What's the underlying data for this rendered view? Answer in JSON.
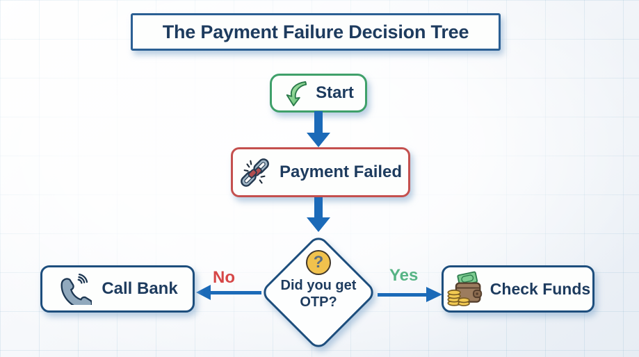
{
  "title": "The Payment Failure Decision Tree",
  "flow": {
    "start": {
      "label": "Start",
      "icon": "curved-down-arrow"
    },
    "failure": {
      "label": "Payment Failed",
      "icon": "broken-chain"
    },
    "decision": {
      "label": "Did you get OTP?",
      "icon": "question-mark",
      "mark": "?"
    },
    "no_branch": {
      "edge_label": "No",
      "node_label": "Call Bank",
      "icon": "phone-handset"
    },
    "yes_branch": {
      "edge_label": "Yes",
      "node_label": "Check Funds",
      "icon": "wallet-with-cash-coins"
    }
  },
  "colors": {
    "arrow_blue": "#1b6ab8",
    "no_red": "#d64747",
    "yes_green": "#57b485",
    "start_green": "#3fa06a",
    "failed_red": "#c4504e",
    "node_border_navy": "#1d4e7d",
    "text_navy": "#1d3b5e",
    "question_yellow": "#f1c24d"
  }
}
